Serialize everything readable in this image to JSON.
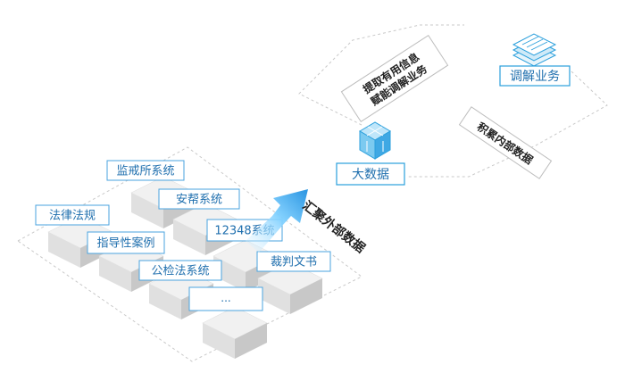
{
  "colors": {
    "accent_blue": "#2a9fdc",
    "label_border": "#4aa3df",
    "label_text": "#1f6fae",
    "dashed_line": "#c9c9c9",
    "slab_top": "#f1f1f1",
    "slab_left": "#dedede",
    "slab_right": "#c9c9c9",
    "dark_text": "#222222",
    "arrow": "#2a9fdc"
  },
  "icons": {
    "big_data": "cube-server-icon",
    "mediation": "stacked-documents-icon",
    "flow_arrow": "glowing-arrow-icon"
  },
  "sources": {
    "items": [
      {
        "label": "监戒所系统"
      },
      {
        "label": "安帮系统"
      },
      {
        "label": "法律法规"
      },
      {
        "label": "12348系统"
      },
      {
        "label": "指导性案例"
      },
      {
        "label": "裁判文书"
      },
      {
        "label": "公检法系统"
      },
      {
        "label": "..."
      }
    ]
  },
  "center": {
    "big_data_label": "大数据",
    "mediation_label": "调解业务"
  },
  "flows": {
    "collect_external": "汇聚外部数据",
    "extract_info_line1": "提取有用信息",
    "extract_info_line2": "赋能调解业务",
    "accumulate_internal": "积累内部数据"
  }
}
